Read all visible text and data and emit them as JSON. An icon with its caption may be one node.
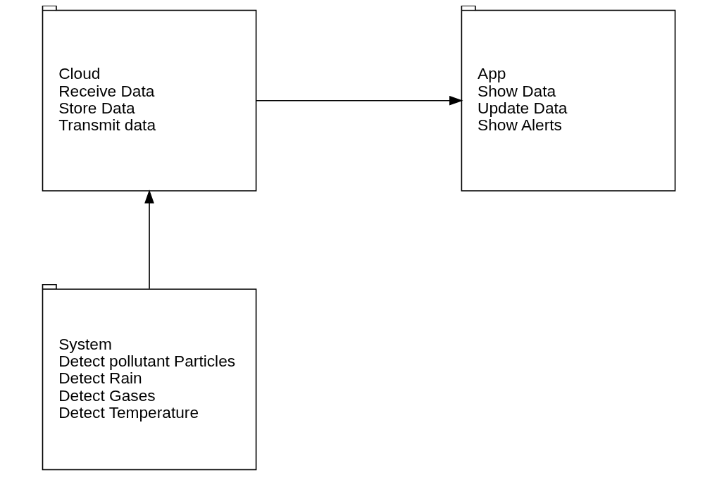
{
  "diagram": {
    "nodes": [
      {
        "text": [
          "App",
          "Show Data",
          "Update Data",
          "Show Alerts"
        ]
      },
      {
        "text": [
          "Cloud",
          "Receive Data",
          "Store Data",
          "Transmit data"
        ]
      },
      {
        "text": [
          "System",
          "Detect pollutant Particles",
          "Detect Rain",
          "Detect Gases",
          "Detect Temperature"
        ]
      }
    ],
    "edges": [
      {
        "from": 1,
        "to": 0,
        "arrow": "to"
      },
      {
        "from": 2,
        "to": 1,
        "arrow": "to"
      }
    ]
  }
}
